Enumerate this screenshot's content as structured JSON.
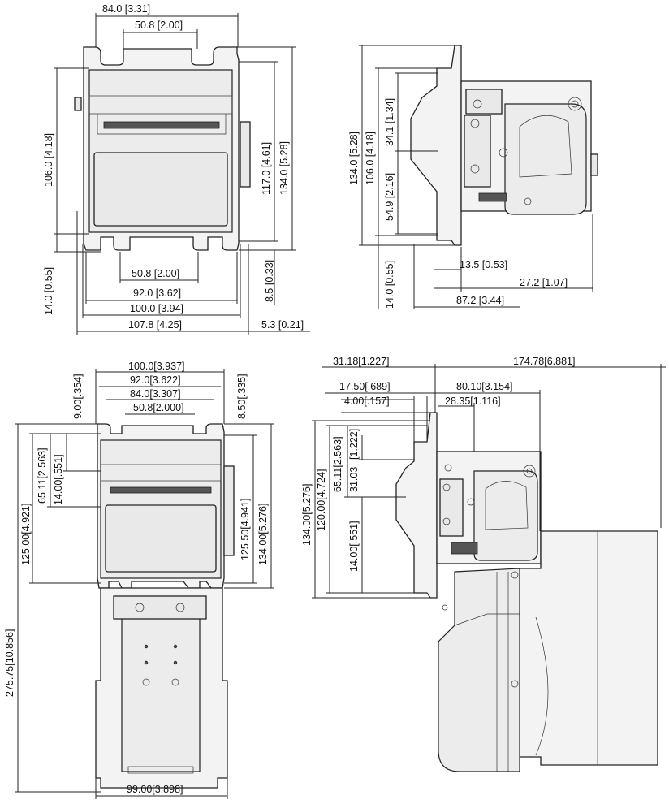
{
  "views": {
    "front": {
      "dimensions": [
        {
          "id": "w84",
          "text": "84.0 [3.31]"
        },
        {
          "id": "w508",
          "text": "50.8 [2.00]"
        },
        {
          "id": "h106",
          "text": "106.0 [4.18]"
        },
        {
          "id": "h117",
          "text": "117.0 [4.61]"
        },
        {
          "id": "h134",
          "text": "134.0 [5.28]"
        },
        {
          "id": "h14",
          "text": "14.0 [0.55]"
        },
        {
          "id": "h85",
          "text": "8.5 [0.33]"
        },
        {
          "id": "b508",
          "text": "50.8 [2.00]"
        },
        {
          "id": "b92",
          "text": "92.0 [3.62]"
        },
        {
          "id": "b100",
          "text": "100.0 [3.94]"
        },
        {
          "id": "b1078",
          "text": "107.8 [4.25]"
        },
        {
          "id": "b53",
          "text": "5.3 [0.21]"
        }
      ]
    },
    "side": {
      "dimensions": [
        {
          "id": "s134",
          "text": "134.0 [5.28]"
        },
        {
          "id": "s106",
          "text": "106.0 [4.18]"
        },
        {
          "id": "s341",
          "text": "34.1 [1.34]"
        },
        {
          "id": "s549",
          "text": "54.9 [2.16]"
        },
        {
          "id": "s14",
          "text": "14.0 [0.55]"
        },
        {
          "id": "s135",
          "text": "13.5 [0.53]"
        },
        {
          "id": "s272",
          "text": "27.2 [1.07]"
        },
        {
          "id": "s872",
          "text": "87.2 [3.44]"
        }
      ]
    },
    "front_full": {
      "dimensions": [
        {
          "id": "f100",
          "text": "100.0[3.937]"
        },
        {
          "id": "f92",
          "text": "92.0[3.622]"
        },
        {
          "id": "f84",
          "text": "84.0[3.307]"
        },
        {
          "id": "f508",
          "text": "50.8[2.000]"
        },
        {
          "id": "f9",
          "text": "9.00[.354]"
        },
        {
          "id": "f85",
          "text": "8.50[.335]"
        },
        {
          "id": "f6511",
          "text": "65.11[2.563]"
        },
        {
          "id": "f14",
          "text": "14.00[.551]"
        },
        {
          "id": "f125",
          "text": "125.00[4.921]"
        },
        {
          "id": "f1255",
          "text": "125.50[4.941]"
        },
        {
          "id": "f134",
          "text": "134.00[5.276]"
        },
        {
          "id": "f27575",
          "text": "275.75[10.856]"
        },
        {
          "id": "f99",
          "text": "99.00[3.898]"
        }
      ]
    },
    "side_full": {
      "dimensions": [
        {
          "id": "g3118",
          "text": "31.18[1.227]"
        },
        {
          "id": "g17478",
          "text": "174.78[6.881]"
        },
        {
          "id": "g175",
          "text": "17.50[.689]"
        },
        {
          "id": "g801",
          "text": "80.10[3.154]"
        },
        {
          "id": "g4",
          "text": "4.00[.157]"
        },
        {
          "id": "g2835",
          "text": "28.35[1.116]"
        },
        {
          "id": "g134",
          "text": "134.00[5.276]"
        },
        {
          "id": "g120",
          "text": "120.00[4.724]"
        },
        {
          "id": "g6511",
          "text": "65.11[2.563]"
        },
        {
          "id": "g1222",
          "text": "[1.222]"
        },
        {
          "id": "g3103",
          "text": "31.03"
        },
        {
          "id": "g14",
          "text": "14.00[.551]"
        }
      ]
    }
  }
}
